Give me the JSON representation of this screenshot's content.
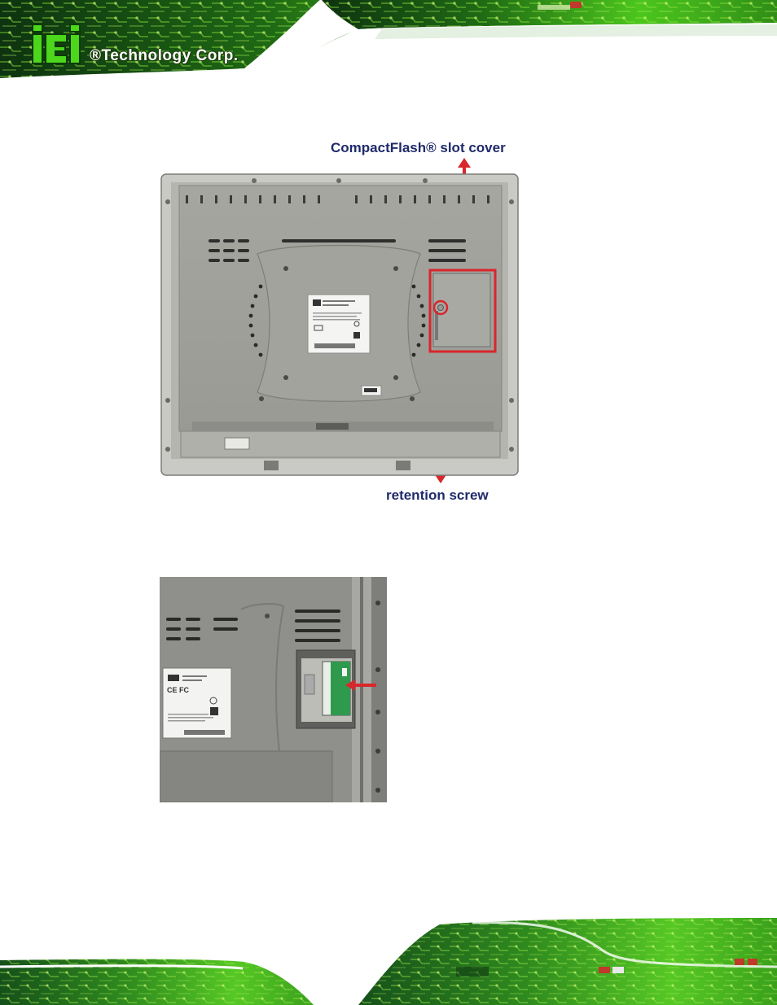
{
  "header": {
    "brand_text": "®Technology Corp.",
    "logo_icon": "iei-logo-icon",
    "accent_green": "#3fbf1a",
    "board_dark": "#0e3a12"
  },
  "figure1": {
    "callout_top": "CompactFlash® slot cover",
    "callout_bottom": "retention screw",
    "callout_color": "#1f2a6b",
    "arrow_color": "#d9262b"
  },
  "figure2": {
    "description_icon": "cf-card-insertion-icon"
  }
}
